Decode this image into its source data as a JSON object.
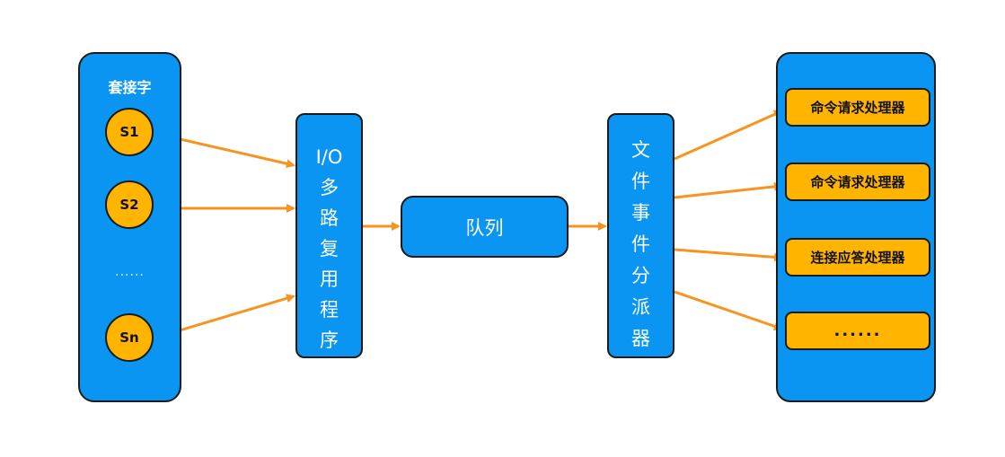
{
  "sockets": {
    "title": "套接字",
    "items": [
      "S1",
      "S2",
      "Sn"
    ],
    "ellipsis": "......"
  },
  "io_multiplexer": {
    "chars": [
      "I/O",
      "多",
      "路",
      "复",
      "用",
      "程",
      "序"
    ]
  },
  "queue": {
    "label": "队列"
  },
  "dispatcher": {
    "chars": [
      "文",
      "件",
      "事",
      "件",
      "分",
      "派",
      "器"
    ]
  },
  "handlers": {
    "items": [
      "命令请求处理器",
      "命令请求处理器",
      "连接应答处理器",
      "......"
    ]
  },
  "colors": {
    "blue": "#0a95f3",
    "yellow": "#ffb400",
    "arrow": "#f7931e"
  }
}
